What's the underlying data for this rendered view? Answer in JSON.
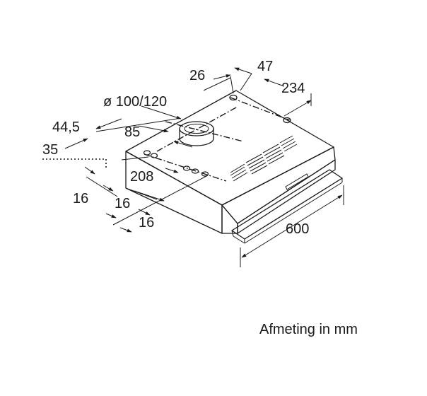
{
  "dimensions": {
    "d26": "26",
    "d47": "47",
    "d234": "234",
    "d_duct": "ø 100/120",
    "d44_5": "44,5",
    "d85": "85",
    "d35": "35",
    "d208": "208",
    "d16_a": "16",
    "d16_b": "16",
    "d16_c": "16",
    "d600": "600"
  },
  "caption": "Afmeting in mm",
  "colors": {
    "line": "#1a1a1a",
    "background": "#ffffff"
  },
  "icons": {
    "duct": "duct-collar-icon",
    "vent": "vent-grille-icon",
    "hole": "mounting-hole-icon"
  }
}
